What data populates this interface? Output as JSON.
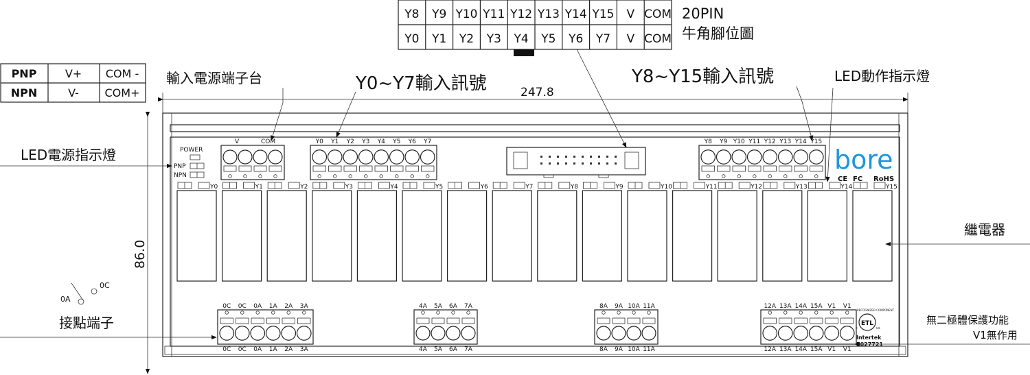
{
  "pin_table": {
    "top_row": [
      "Y8",
      "Y9",
      "Y10",
      "Y11",
      "Y12",
      "Y13",
      "Y14",
      "Y15",
      "V",
      "COM"
    ],
    "bottom_row": [
      "Y0",
      "Y1",
      "Y2",
      "Y3",
      "Y4",
      "Y5",
      "Y6",
      "Y7",
      "V",
      "COM"
    ],
    "title": "20PIN",
    "subtitle": "牛角腳位圖"
  },
  "mode_table": {
    "rows": [
      [
        "PNP",
        "V+",
        "COM -"
      ],
      [
        "NPN",
        "V-",
        "COM+"
      ]
    ]
  },
  "callouts": {
    "power_terminal": "輸入電源端子台",
    "y0_y7": "Y0~Y7輸入訊號",
    "y8_y15": "Y8~Y15輸入訊號",
    "led_indicator": "LED動作指示燈",
    "led_power": "LED電源指示燈",
    "relay": "繼電器",
    "contact_terminal": "接點端子",
    "no_diode_1": "無二極體保護功能",
    "no_diode_2": "V1無作用"
  },
  "dimensions": {
    "width": "247.8",
    "height": "86.0"
  },
  "board": {
    "power_label": "POWER",
    "pnp": "PNP",
    "npn": "NPN",
    "power_terminal_labels": [
      "V",
      "COM"
    ],
    "inputs_a": [
      "Y0",
      "Y1",
      "Y2",
      "Y3",
      "Y4",
      "Y5",
      "Y6",
      "Y7"
    ],
    "inputs_b": [
      "Y8",
      "Y9",
      "Y10",
      "Y11",
      "Y12",
      "Y13",
      "Y14",
      "Y15"
    ],
    "led_labels": [
      "Y0",
      "Y1",
      "Y2",
      "Y3",
      "Y4",
      "Y5",
      "Y6",
      "Y7",
      "Y8",
      "Y9",
      "Y10",
      "Y11",
      "Y12",
      "Y13",
      "Y14",
      "Y15"
    ],
    "brand": "bore",
    "certs": [
      "CE",
      "FC",
      "RoHS"
    ],
    "outputs": [
      [
        "0C",
        "0C",
        "0A",
        "1A",
        "2A",
        "3A"
      ],
      [
        "4A",
        "5A",
        "6A",
        "7A"
      ],
      [
        "8A",
        "9A",
        "10A",
        "11A"
      ],
      [
        "12A",
        "13A",
        "14A",
        "15A",
        "V1",
        "V1"
      ]
    ],
    "etl": {
      "top": "RECOGNIZED COMPONENT",
      "mark": "ETL",
      "c": "c",
      "us": "us",
      "maker": "Intertek",
      "number": "5027721"
    }
  },
  "switch_symbol": {
    "a": "0A",
    "c": "0C"
  },
  "colors": {
    "brand": "#1e96e0",
    "line": "#222222"
  }
}
